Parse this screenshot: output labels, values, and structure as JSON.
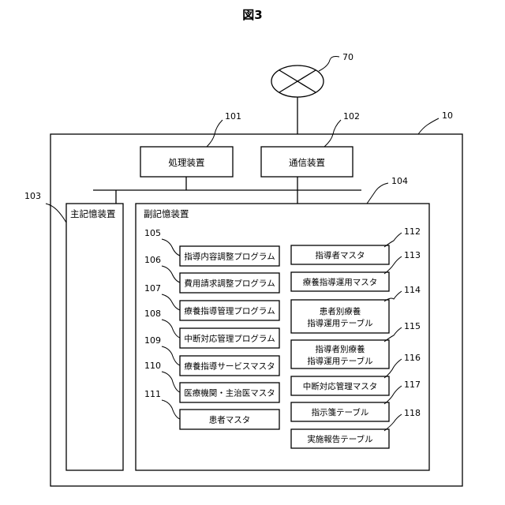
{
  "figure_title": "図3",
  "network": {
    "ref": "70"
  },
  "system": {
    "ref": "10"
  },
  "processing_unit": {
    "label": "処理装置",
    "ref": "101"
  },
  "communication_unit": {
    "label": "通信装置",
    "ref": "102"
  },
  "main_storage": {
    "label": "主記憶装置",
    "ref": "103"
  },
  "auxiliary_storage": {
    "label": "副記憶装置",
    "ref": "104",
    "programs": [
      {
        "ref": "105",
        "label": "指導内容調整プログラム"
      },
      {
        "ref": "106",
        "label": "費用請求調整プログラム"
      },
      {
        "ref": "107",
        "label": "療養指導管理プログラム"
      },
      {
        "ref": "108",
        "label": "中断対応管理プログラム"
      },
      {
        "ref": "109",
        "label": "療養指導サービスマスタ"
      },
      {
        "ref": "110",
        "label": "医療機関・主治医マスタ"
      },
      {
        "ref": "111",
        "label": "患者マスタ"
      }
    ],
    "masters": [
      {
        "ref": "112",
        "line1": "指導者マスタ",
        "line2": ""
      },
      {
        "ref": "113",
        "line1": "療養指導運用マスタ",
        "line2": ""
      },
      {
        "ref": "114",
        "line1": "患者別療養",
        "line2": "指導運用テーブル"
      },
      {
        "ref": "115",
        "line1": "指導者別療養",
        "line2": "指導運用テーブル"
      },
      {
        "ref": "116",
        "line1": "中断対応管理マスタ",
        "line2": ""
      },
      {
        "ref": "117",
        "line1": "指示箋テーブル",
        "line2": ""
      },
      {
        "ref": "118",
        "line1": "実施報告テーブル",
        "line2": ""
      }
    ]
  }
}
